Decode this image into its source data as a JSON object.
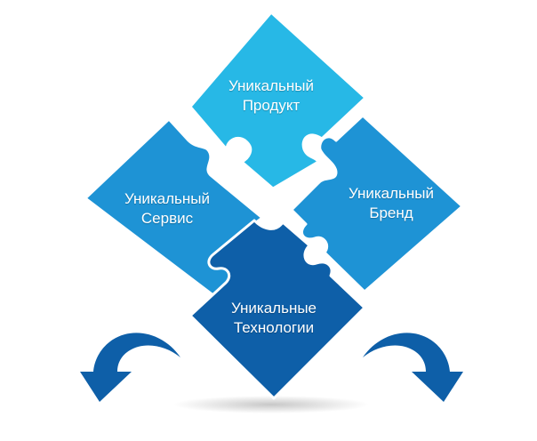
{
  "pieces": {
    "top": {
      "line1": "Уникальный",
      "line2": "Продукт",
      "color": "#27B8E6",
      "color_dark": "#1BA3D4"
    },
    "left": {
      "line1": "Уникальный",
      "line2": "Сервис",
      "color": "#1E93D5",
      "color_dark": "#1780C1"
    },
    "right": {
      "line1": "Уникальный",
      "line2": "Бренд",
      "color": "#1E93D5",
      "color_dark": "#1780C1"
    },
    "bottom": {
      "line1": "Уникальные",
      "line2": "Технологии",
      "color": "#0E5FA8",
      "color_dark": "#0A4E91"
    }
  },
  "arrows": {
    "color": "#0E5FA8",
    "left_icon": "curved-arrow-down-left-icon",
    "right_icon": "curved-arrow-down-right-icon"
  }
}
